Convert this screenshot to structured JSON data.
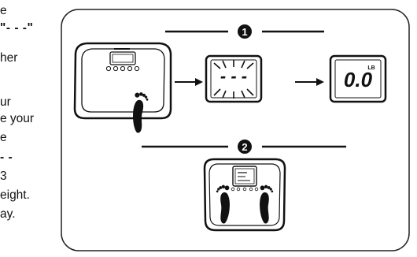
{
  "side_text": {
    "lines": [
      {
        "text": "e",
        "bold": false
      },
      {
        "text": "\"- - -\"",
        "bold": true
      },
      {
        "text": "her",
        "bold": false
      },
      {
        "text": "",
        "bold": false
      },
      {
        "text": "ur",
        "bold": false
      },
      {
        "text": "e your",
        "bold": false
      },
      {
        "text": "e",
        "bold": false
      },
      {
        "text": "- -",
        "bold": true
      },
      {
        "text": "3",
        "bold": false
      },
      {
        "text": "eight.",
        "bold": false
      },
      {
        "text": "ay.",
        "bold": false
      }
    ]
  },
  "steps": [
    {
      "number": "1"
    },
    {
      "number": "2"
    }
  ],
  "display": {
    "blink": "- - -",
    "reading": "0.0",
    "unit": "LB"
  },
  "icons": {
    "arrow": "right-arrow-icon",
    "scale": "bathroom-scale-icon",
    "foot": "footprint-icon"
  }
}
